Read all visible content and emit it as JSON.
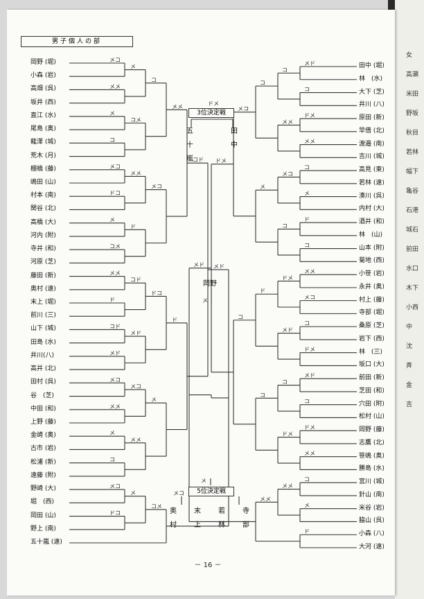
{
  "section_title": "男子個人の部",
  "third_place": {
    "title": "3位決定戦",
    "score": "ドメ",
    "player_a": "五十嵐",
    "player_b": "田中"
  },
  "fifth_place": {
    "title": "5位決定戦",
    "score_top": "メ",
    "left_score": "メコ",
    "right_score": "メ",
    "players": [
      "奥村",
      "末上",
      "若林",
      "寺部"
    ]
  },
  "champion": "岡野",
  "final_score": "メ",
  "left_players": [
    "岡野 (堀)",
    "小森 (岩)",
    "高畑 (呉)",
    "坂井 (西)",
    "直江 (水)",
    "尾島 (奥)",
    "龍澤 (城)",
    "荒木 (月)",
    "棚橋 (藤)",
    "嶋田 (山)",
    "村本 (南)",
    "関谷 (北)",
    "高橋 (大)",
    "河内 (附)",
    "寺井 (和)",
    "河原 (芝)",
    "藤田 (新)",
    "奥村 (遠)",
    "末上 (堀)",
    "前川 (三)",
    "山下 (城)",
    "田島 (水)",
    "井川(八)",
    "高井 (北)",
    "田村 (呉)",
    "谷　(芝)",
    "中田 (和)",
    "上野 (藤)",
    "金崎 (奥)",
    "古市 (岩)",
    "松浦 (新)",
    "遠藤 (附)",
    "野崎 (大)",
    "堀　(西)",
    "岡田 (山)",
    "野上 (南)",
    "五十嵐 (遠)"
  ],
  "right_players": [
    "田中 (堀)",
    "林　(水)",
    "大下 (芝)",
    "井川 (八)",
    "原田 (新)",
    "早借 (北)",
    "渡邉 (南)",
    "吉川 (城)",
    "高見 (東)",
    "若林 (遠)",
    "湊川 (呉)",
    "内村 (大)",
    "酒井 (和)",
    "林　(山)",
    "山本 (附)",
    "菊地 (西)",
    "小笹 (岩)",
    "永井 (奥)",
    "村上 (藤)",
    "寺部 (堀)",
    "桑原 (芝)",
    "岩下 (西)",
    "林　(三)",
    "坂口 (大)",
    "前田 (新)",
    "芝田 (和)",
    "穴田 (附)",
    "松村 (山)",
    "岡野 (藤)",
    "志鷹 (北)",
    "笹嶋 (奥)",
    "勝島 (水)",
    "宮川 (城)",
    "針山 (南)",
    "米谷 (岩)",
    "脇山 (呉)",
    "小森 (八)",
    "大河 (遠)"
  ],
  "page_number": "－ 16 －",
  "right_strip": [
    "女",
    "高瀬",
    "米田",
    "野坂",
    "秋目",
    "若林",
    "幅下",
    "亀谷",
    "石港",
    "城石",
    "前田",
    "水口",
    "木下",
    "小西",
    "中",
    "沈",
    "斉",
    "金",
    "吉"
  ]
}
